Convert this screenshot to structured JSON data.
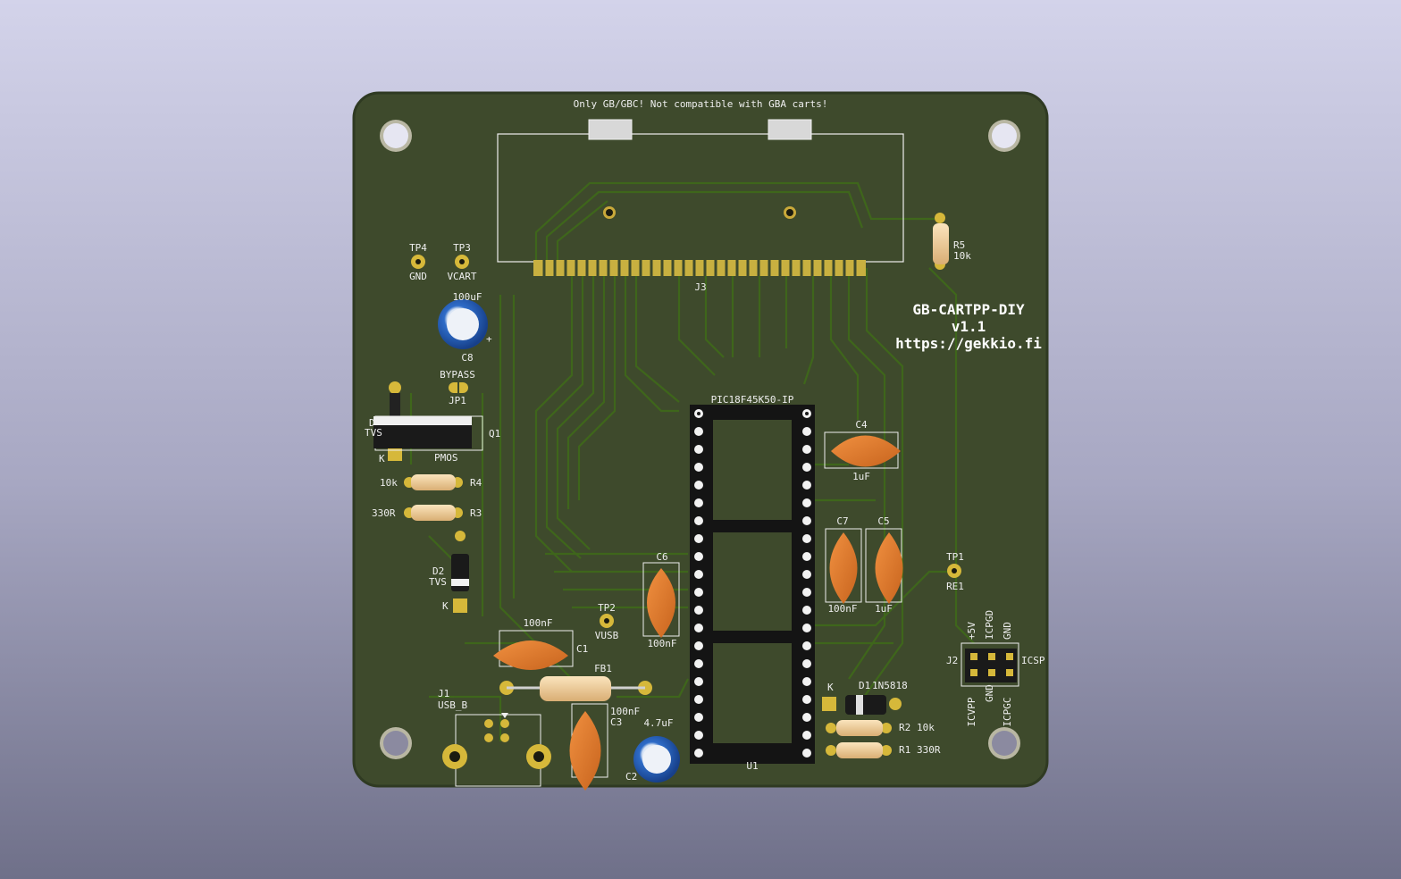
{
  "board": {
    "warning": "Only GB/GBC! Not compatible with GBA carts!",
    "title_line1": "GB-CARTPP-DIY",
    "title_line2": "v1.1",
    "title_line3": "https://gekkio.fi"
  },
  "labels": {
    "j3": "J3",
    "r5_ref": "R5",
    "r5_val": "10k",
    "tp4_ref": "TP4",
    "tp4_net": "GND",
    "tp3_ref": "TP3",
    "tp3_net": "VCART",
    "c8_val": "100uF",
    "c8_ref": "C8",
    "jp1_name": "BYPASS",
    "jp1_ref": "JP1",
    "d_tvs_ref": "D",
    "d_tvs_val": "TVS",
    "d_k": "K",
    "q1_ref": "Q1",
    "q1_val": "PMOS",
    "r4_val": "10k",
    "r4_ref": "R4",
    "r3_val": "330R",
    "r3_ref": "R3",
    "d2_ref": "D2",
    "d2_val": "TVS",
    "d2_k": "K",
    "u1_val": "PIC18F45K50-IP",
    "u1_ref": "U1",
    "c4_ref": "C4",
    "c4_val": "1uF",
    "c7_ref": "C7",
    "c7_val": "100nF",
    "c5_ref": "C5",
    "c5_val": "1uF",
    "tp1_ref": "TP1",
    "tp1_net": "RE1",
    "c6_ref": "C6",
    "c6_val": "100nF",
    "tp2_ref": "TP2",
    "tp2_net": "VUSB",
    "c1_val": "100nF",
    "c1_ref": "C1",
    "fb1_ref": "FB1",
    "j1_ref": "J1",
    "j1_val": "USB_B",
    "c3_val": "100nF",
    "c3_ref": "C3",
    "c2_val": "4.7uF",
    "c2_ref": "C2",
    "d1_k": "K",
    "d1_ref": "D1",
    "d1_val": "1N5818",
    "r2_ref": "R2",
    "r2_val": "10k",
    "r1_ref": "R1",
    "r1_val": "330R",
    "j2_ref": "J2",
    "j2_val": "ICSP",
    "j2_top1": "+5V",
    "j2_top2": "ICPGD",
    "j2_top3": "GND",
    "j2_bot1": "ICVPP",
    "j2_bot2": "GND",
    "j2_bot3": "ICPGC"
  },
  "colors": {
    "pcb": "#3e4a2c",
    "pcb_edge": "#2f3a22",
    "copper_trace": "#3f6a1a",
    "pad_gold": "#d6b83a",
    "silkscreen": "#eeeeee",
    "capacitor_ceramic": "#e07c30",
    "capacitor_electrolytic": "#2a66c4",
    "resistor_body": "#f0cc96"
  }
}
